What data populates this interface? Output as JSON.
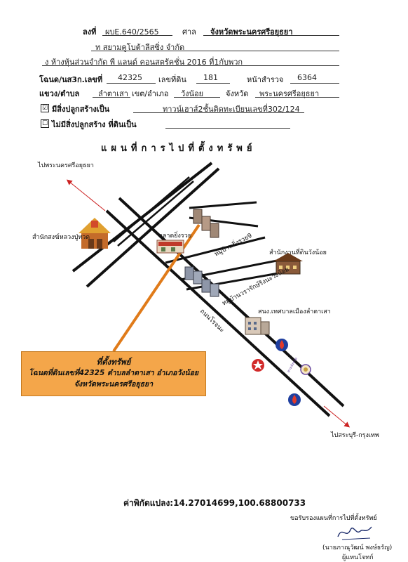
{
  "header": {
    "row1": {
      "label": "ลงที่",
      "case_no": "ผบE.640/2565",
      "court_label": "ศาล",
      "court": "จังหวัดพระนครศรีอยุธยา"
    },
    "row2": {
      "plaintiff": "ท สยามคูโบต้าลีสซิ่ง จำกัด"
    },
    "row3": {
      "defendant": "ง ห้างหุ้นส่วนจำกัด พี แลนด์ คอนสตรัคชั่น 2016 ที่1กับพวก"
    },
    "row4": {
      "deed_label": "โฉนด/นส3ก.เลขที่",
      "deed_no": "42325",
      "land_label": "เลขที่ดิน",
      "land_no": "181",
      "survey_label": "หน้าสำรวจ",
      "survey_no": "6364"
    },
    "row5": {
      "sub_label": "แขวง/ตำบล",
      "sub_value": "ลำตาเสา",
      "district_label": "เขต/อำเภอ",
      "district_value": "วังน้อย",
      "province_label": "จังหวัด",
      "province_value": "พระนครศรีอยุธยา"
    },
    "row6": {
      "check": "☑",
      "label": "มีสิ่งปลูกสร้างเป็น",
      "value": "ทาวน์เฮาส์2ชั้นติดทะเบียนเลขที่302/124"
    },
    "row7": {
      "check": "☐",
      "label": "ไม่มีสิ่งปลูกสร้าง ที่ดินเป็น"
    }
  },
  "map": {
    "title": "แผนที่การไปที่ตั้งทรัพย์",
    "labels": {
      "to_ayutthaya": "ไปพระนครศรีอยุธยา",
      "monk_office": "สำนักสงฆ์หลวงปู่ทวด",
      "market": "ตลาดยิ่งรวย",
      "village1": "หมู่บ้านยิ่งรวย9",
      "land_office": "สำนักงานที่ดินวังน้อย",
      "village2": "หมู่บ้านวรารักษ์ริงนะวังน้อย",
      "road": "ถนนโรจนะ",
      "municipality": "สนง.เทศบาลเมืองลำตาเสา",
      "to_saraburi": "ไปสระบุรี-กรุงเทพ",
      "emblem_text": "ศาลจังหวัด"
    },
    "callout": {
      "line1": "ที่ตั้งทรัพย์",
      "line2": "โฉนดที่ดินเลขที่42325 ตำบลลำตาเสา อำเภอวังน้อย",
      "line3": "จังหวัดพระนครศรีอยุธยา"
    },
    "colors": {
      "road": "#111111",
      "callout_bg": "#f4a64a",
      "pointer": "#e07b1a",
      "arrow": "#cc2222"
    }
  },
  "footer": {
    "coords": "ค่าพิกัดแปลง:14.27014699,100.68800733",
    "certify": "ขอรับรองแผนที่การไปที่ตั้งทรัพย์",
    "name": "(นายภาณุวัฒน์ พงษ์ธรัญ)",
    "role": "ผู้แทนโจทก์"
  }
}
